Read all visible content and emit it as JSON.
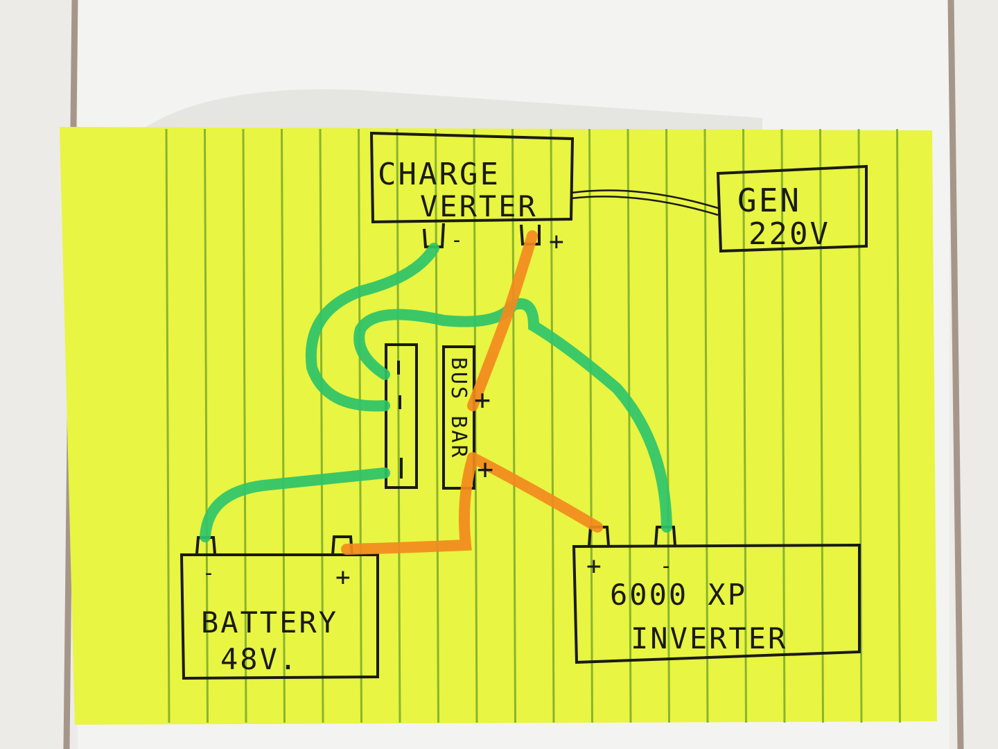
{
  "components": {
    "charge_verter": {
      "line1": "CHARGE",
      "line2": "VERTER",
      "neg": "-",
      "pos": "+"
    },
    "generator": {
      "line1": "GEN",
      "line2": "220V"
    },
    "bus_bar": {
      "label": "BUS BAR",
      "pos_top": "+",
      "pos_bottom": "+"
    },
    "battery": {
      "line1": "BATTERY",
      "line2": "48V.",
      "neg": "-",
      "pos": "+"
    },
    "inverter": {
      "line1": "6000 XP",
      "line2": "INVERTER",
      "pos": "+",
      "neg": "-"
    }
  },
  "colors": {
    "paper": "#e8f542",
    "ruling": "#7fae2c",
    "positive_wire": "#f28a1e",
    "negative_wire": "#2ec46a",
    "ink": "#1a1a14",
    "tile": "#ecebe8",
    "grout": "#a6968a"
  }
}
